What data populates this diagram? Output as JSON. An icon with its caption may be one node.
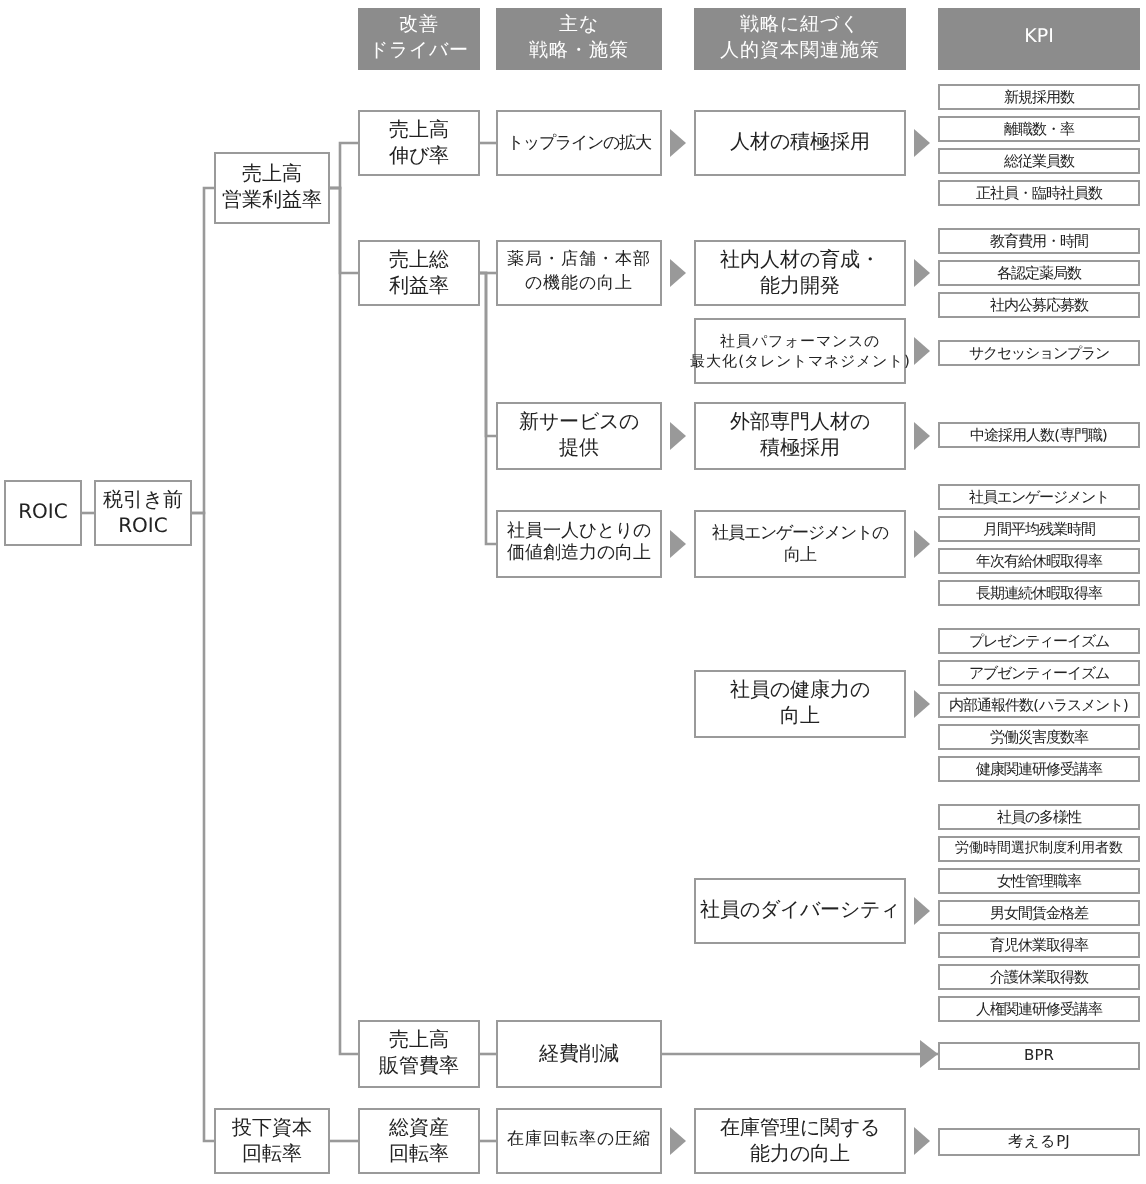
{
  "diagram": {
    "nodes": [
      {
        "text": [
          "改善ドライバー"
        ]
      },
      {
        "text": [
          "主な戦略・施策"
        ]
      },
      {
        "text": [
          "戦略に紐づく人的資本関連施策"
        ]
      },
      {
        "text": [
          "KPI"
        ]
      },
      {
        "text": [
          "ROIC"
        ]
      },
      {
        "text": [
          "税引き前ROIC"
        ]
      },
      {
        "text": [
          "売上高営業利益率"
        ]
      },
      {
        "text": [
          "売上高伸び率"
        ]
      },
      {
        "text": [
          "トップラインの拡大"
        ]
      },
      {
        "text": [
          "人材の積極採用"
        ]
      },
      {
        "text": [
          "新規採用数"
        ]
      },
      {
        "text": [
          "離職数・率"
        ]
      },
      {
        "text": [
          "総従業員数"
        ]
      },
      {
        "text": [
          "正社員・臨時社員数"
        ]
      },
      {
        "text": [
          "売上総利益率"
        ]
      },
      {
        "text": [
          "薬局・店舗・本部の機能の向上"
        ]
      },
      {
        "text": [
          "社内人材の育成・能力開発"
        ]
      },
      {
        "text": [
          "教育費用・時間"
        ]
      },
      {
        "text": [
          "各認定薬局数"
        ]
      },
      {
        "text": [
          "社内公募応募数"
        ]
      },
      {
        "text": [
          "社員パフォーマンスの最大化(タレントマネジメント)"
        ]
      },
      {
        "text": [
          "サクセッションプラン"
        ]
      },
      {
        "text": [
          "新サービスの提供"
        ]
      },
      {
        "text": [
          "外部専門人材の積極採用"
        ]
      },
      {
        "text": [
          "中途採用人数(専門職)"
        ]
      },
      {
        "text": [
          "社員一人ひとりの価値創造力の向上"
        ]
      },
      {
        "text": [
          "社員エンゲージメントの向上"
        ]
      },
      {
        "text": [
          "社員エンゲージメント"
        ]
      },
      {
        "text": [
          "月間平均残業時間"
        ]
      },
      {
        "text": [
          "年次有給休暇取得率"
        ]
      },
      {
        "text": [
          "長期連続休暇取得率"
        ]
      },
      {
        "text": [
          "社員の健康力の向上"
        ]
      },
      {
        "text": [
          "プレゼンティーイズム"
        ]
      },
      {
        "text": [
          "アブゼンティーイズム"
        ]
      },
      {
        "text": [
          "内部通報件数(ハラスメント)"
        ]
      },
      {
        "text": [
          "労働災害度数率"
        ]
      },
      {
        "text": [
          "健康関連研修受講率"
        ]
      },
      {
        "text": [
          "社員のダイバーシティ"
        ]
      },
      {
        "text": [
          "社員の多様性"
        ]
      },
      {
        "text": [
          "労働時間選択制度利用者数"
        ]
      },
      {
        "text": [
          "女性管理職率"
        ]
      },
      {
        "text": [
          "男女間賃金格差"
        ]
      },
      {
        "text": [
          "育児休業取得率"
        ]
      },
      {
        "text": [
          "介護休業取得数"
        ]
      },
      {
        "text": [
          "人権関連研修受講率"
        ]
      },
      {
        "text": [
          "売上高販管費率"
        ]
      },
      {
        "text": [
          "経費削減"
        ]
      },
      {
        "text": [
          "BPR"
        ]
      },
      {
        "text": [
          "投下資本回転率"
        ]
      },
      {
        "text": [
          "総資産回転率"
        ]
      },
      {
        "text": [
          "在庫回転率の圧縮"
        ]
      },
      {
        "text": [
          "在庫管理に関する能力の向上"
        ]
      },
      {
        "text": [
          "考えるPJ"
        ]
      }
    ],
    "edges": [
      {
        "from": 4,
        "to": 5,
        "arrow": "none"
      },
      {
        "from": 5,
        "to": 6,
        "arrow": "none"
      },
      {
        "from": 5,
        "to": 48,
        "arrow": "none"
      },
      {
        "from": 6,
        "to": 7,
        "arrow": "none"
      },
      {
        "from": 6,
        "to": 14,
        "arrow": "none"
      },
      {
        "from": 6,
        "to": 45,
        "arrow": "none"
      },
      {
        "from": 7,
        "to": 8,
        "arrow": "none"
      },
      {
        "from": 8,
        "to": 9,
        "arrow": "to"
      },
      {
        "from": 9,
        "to": 11,
        "arrow": "to"
      },
      {
        "from": 14,
        "to": 15,
        "arrow": "none"
      },
      {
        "from": 14,
        "to": 22,
        "arrow": "none"
      },
      {
        "from": 14,
        "to": 25,
        "arrow": "none"
      },
      {
        "from": 15,
        "to": 16,
        "arrow": "to"
      },
      {
        "from": 16,
        "to": 18,
        "arrow": "to"
      },
      {
        "from": 20,
        "to": 21,
        "arrow": "to"
      },
      {
        "from": 22,
        "to": 23,
        "arrow": "to"
      },
      {
        "from": 23,
        "to": 24,
        "arrow": "to"
      },
      {
        "from": 25,
        "to": 26,
        "arrow": "to"
      },
      {
        "from": 26,
        "to": 28,
        "arrow": "to"
      },
      {
        "from": 31,
        "to": 34,
        "arrow": "to"
      },
      {
        "from": 37,
        "to": 41,
        "arrow": "to"
      },
      {
        "from": 45,
        "to": 46,
        "arrow": "none"
      },
      {
        "from": 46,
        "to": 47,
        "arrow": "to"
      },
      {
        "from": 48,
        "to": 49,
        "arrow": "none"
      },
      {
        "from": 49,
        "to": 50,
        "arrow": "none"
      },
      {
        "from": 50,
        "to": 51,
        "arrow": "to"
      },
      {
        "from": 51,
        "to": 52,
        "arrow": "to"
      }
    ]
  }
}
